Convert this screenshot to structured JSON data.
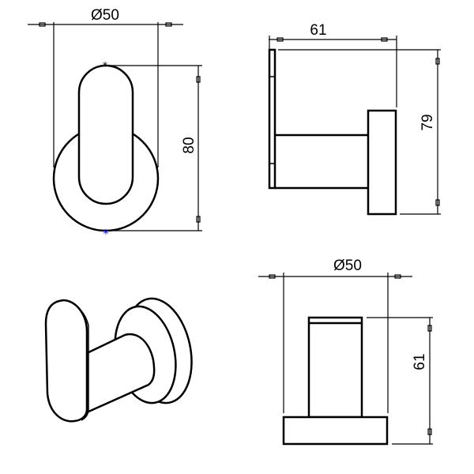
{
  "drawing": {
    "front_view": {
      "diameter_label": "Ø50",
      "height_label": "80",
      "marker_color": "#0000ff"
    },
    "side_view": {
      "depth_label": "61",
      "height_label": "79"
    },
    "top_view": {
      "diameter_label": "Ø50",
      "depth_label": "61"
    },
    "isometric_view": {}
  }
}
